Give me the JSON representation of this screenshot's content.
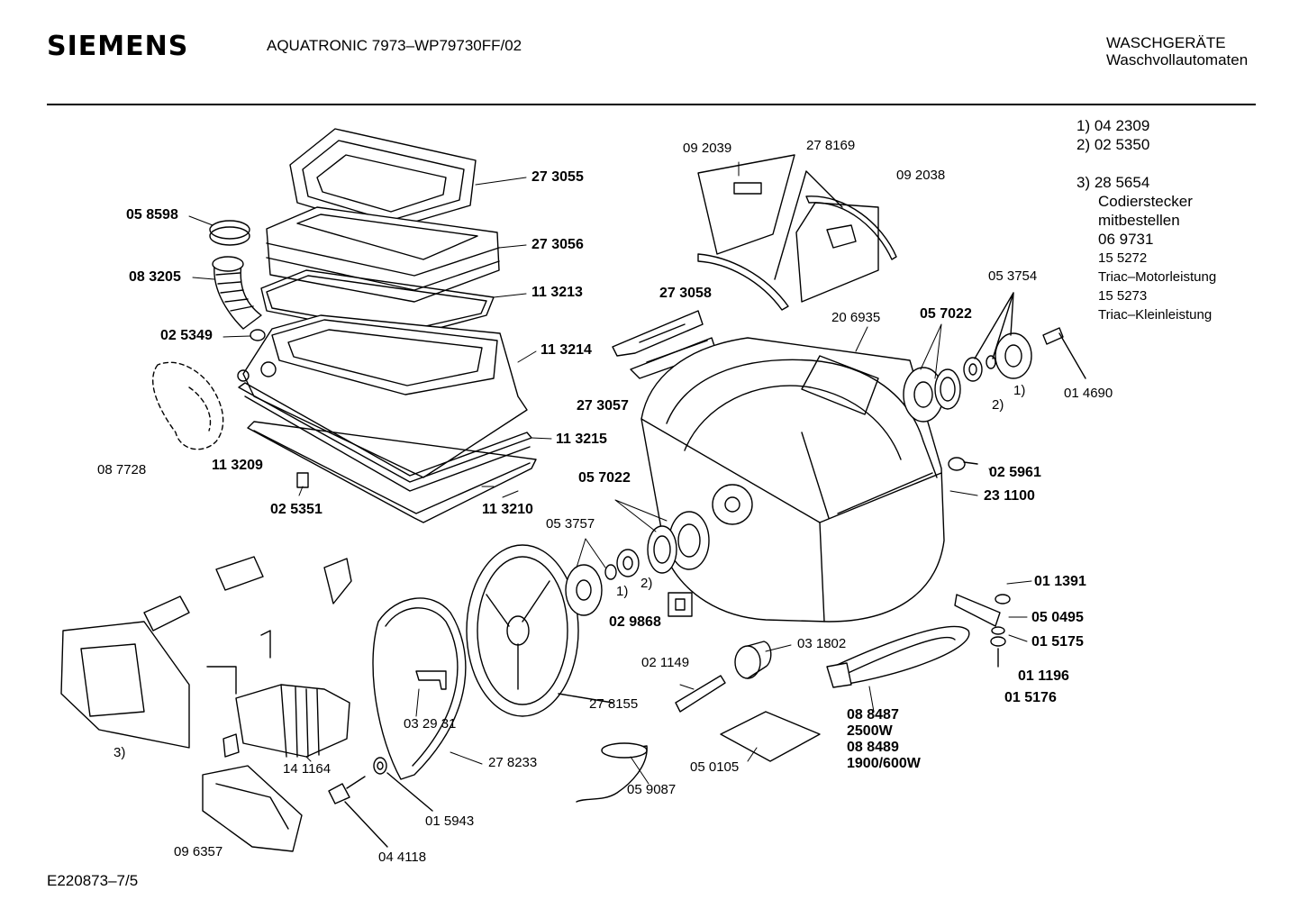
{
  "header": {
    "brand": "SIEMENS",
    "model": "AQUATRONIC 7973–WP79730FF/02",
    "category_line1": "WASCHGERÄTE",
    "category_line2": "Waschvollautomaten"
  },
  "notes": {
    "n1": "1) 04 2309",
    "n2": "2) 02 5350",
    "n3": "3) 28 5654",
    "n3a": "Codierstecker",
    "n3b": "mitbestellen",
    "n3c": "06 9731",
    "n3d": "15 5272",
    "n3e": "Triac–Motorleistung",
    "n3f": "15 5273",
    "n3g": "Triac–Kleinleistung"
  },
  "footer": {
    "doc_id": "E220873–7/5"
  },
  "labels": [
    {
      "id": "l273055",
      "text": "27 3055",
      "bold": true
    },
    {
      "id": "l058598",
      "text": "05 8598",
      "bold": true
    },
    {
      "id": "l273056",
      "text": "27 3056",
      "bold": true
    },
    {
      "id": "l083205",
      "text": "08 3205",
      "bold": true
    },
    {
      "id": "l113213",
      "text": "11 3213",
      "bold": true
    },
    {
      "id": "l025349",
      "text": "02 5349",
      "bold": true
    },
    {
      "id": "l113214",
      "text": "11 3214",
      "bold": true
    },
    {
      "id": "l113215",
      "text": "11 3215",
      "bold": true
    },
    {
      "id": "l087728",
      "text": "08 7728",
      "bold": false
    },
    {
      "id": "l113209",
      "text": "11 3209",
      "bold": true
    },
    {
      "id": "l025351",
      "text": "02 5351",
      "bold": true
    },
    {
      "id": "l113210",
      "text": "11 3210",
      "bold": true
    },
    {
      "id": "l092039",
      "text": "09 2039",
      "bold": false
    },
    {
      "id": "l278169",
      "text": "27 8169",
      "bold": false
    },
    {
      "id": "l092038",
      "text": "09 2038",
      "bold": false
    },
    {
      "id": "l273058",
      "text": "27 3058",
      "bold": true
    },
    {
      "id": "l273057",
      "text": "27 3057",
      "bold": true
    },
    {
      "id": "l206935",
      "text": "20 6935",
      "bold": false
    },
    {
      "id": "l057022a",
      "text": "05 7022",
      "bold": true
    },
    {
      "id": "l053754",
      "text": "05 3754",
      "bold": false
    },
    {
      "id": "l014690",
      "text": "01 4690",
      "bold": false
    },
    {
      "id": "lmark1a",
      "text": "1)",
      "bold": false
    },
    {
      "id": "lmark2a",
      "text": "2)",
      "bold": false
    },
    {
      "id": "l025961",
      "text": "02 5961",
      "bold": true
    },
    {
      "id": "l231100",
      "text": "23 1100",
      "bold": true
    },
    {
      "id": "l057022b",
      "text": "05 7022",
      "bold": true
    },
    {
      "id": "l053757",
      "text": "05 3757",
      "bold": false
    },
    {
      "id": "lmark1b",
      "text": "1)",
      "bold": false
    },
    {
      "id": "lmark2b",
      "text": "2)",
      "bold": false
    },
    {
      "id": "l029868",
      "text": "02 9868",
      "bold": true
    },
    {
      "id": "l011391",
      "text": "01 1391",
      "bold": true
    },
    {
      "id": "l050495",
      "text": "05 0495",
      "bold": true
    },
    {
      "id": "l015175",
      "text": "01 5175",
      "bold": true
    },
    {
      "id": "l011196",
      "text": "01 1196",
      "bold": true
    },
    {
      "id": "l015176",
      "text": "01 5176",
      "bold": true
    },
    {
      "id": "l031802",
      "text": "03 1802",
      "bold": false
    },
    {
      "id": "l021149",
      "text": "02 1149",
      "bold": false
    },
    {
      "id": "l032931",
      "text": "03 29 31",
      "bold": false
    },
    {
      "id": "l278155",
      "text": "27 8155",
      "bold": false
    },
    {
      "id": "l278233",
      "text": "27 8233",
      "bold": false
    },
    {
      "id": "l141164",
      "text": "14 1164",
      "bold": false
    },
    {
      "id": "lmark3",
      "text": "3)",
      "bold": false
    },
    {
      "id": "l015943",
      "text": "01 5943",
      "bold": false
    },
    {
      "id": "l044118",
      "text": "04 4118",
      "bold": false
    },
    {
      "id": "l096357",
      "text": "09 6357",
      "bold": false
    },
    {
      "id": "l059087",
      "text": "05 9087",
      "bold": false
    },
    {
      "id": "l050105",
      "text": "05 0105",
      "bold": false
    },
    {
      "id": "l088487",
      "text": "08 8487",
      "bold": true
    },
    {
      "id": "l2500w",
      "text": "2500W",
      "bold": true
    },
    {
      "id": "l088489",
      "text": "08 8489",
      "bold": true
    },
    {
      "id": "l1900w",
      "text": "1900/600W",
      "bold": true
    }
  ]
}
